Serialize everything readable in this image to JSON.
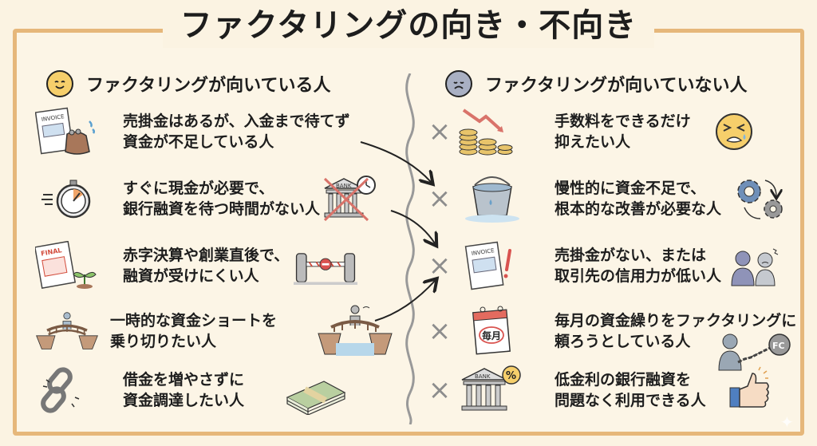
{
  "title": "ファクタリングの向き・不向き",
  "colors": {
    "background": "#fbf3e2",
    "frame": "#e6b77a",
    "title_underline": "#f1bc7d",
    "suitable_underline": "#f7dd8a",
    "unsuitable_underline": "#b7bccb",
    "cross": "#8d8d8d"
  },
  "suitable": {
    "heading": "ファクタリングが向いている人",
    "face_icon": "smiling-face-icon",
    "items": [
      {
        "line1": "売掛金はあるが、入金まで待てず",
        "line2": "資金が不足している人",
        "icon": "invoice-and-purse-icon",
        "icon2": ""
      },
      {
        "line1": "すぐに現金が必要で、",
        "line2": "銀行融資を待つ時間がない人",
        "icon": "stopwatch-icon",
        "icon2": "crossed-bank-clock-icon",
        "bank_label": "BANK"
      },
      {
        "line1": "赤字決算や創業直後で、",
        "line2": "融資が受けにくい人",
        "icon": "final-report-sprout-icon",
        "icon2": "barrier-gate-icon",
        "report_label": "FINAL"
      },
      {
        "line1": "一時的な資金ショートを",
        "line2": "乗り切りたい人",
        "icon": "person-on-bridge-icon",
        "icon2": "person-on-bridge-water-icon"
      },
      {
        "line1": "借金を増やさずに",
        "line2": "資金調達したい人",
        "icon": "broken-chain-icon",
        "icon2": "cash-stack-icon"
      }
    ]
  },
  "unsuitable": {
    "heading": "ファクタリングが向いていない人",
    "face_icon": "sad-face-icon",
    "cross_symbol": "×",
    "items": [
      {
        "line1": "手数料をできるだけ",
        "line2": "抑えたい人",
        "icon": "falling-coins-icon",
        "icon2": "crying-face-icon"
      },
      {
        "line1": "慢性的に資金不足で、",
        "line2": "根本的な改善が必要な人",
        "icon": "leaking-bucket-icon",
        "icon2": "gears-cycle-icon"
      },
      {
        "line1": "売掛金がない、または",
        "line2": "取引先の信用力が低い人",
        "icon": "invoice-warning-icon",
        "icon2": "worried-people-icon",
        "invoice_label": "INVOICE"
      },
      {
        "line1": "毎月の資金繰りをファクタリングに",
        "line2": "頼ろうとしている人",
        "icon": "monthly-calendar-icon",
        "icon2": "ball-and-chain-icon",
        "calendar_label": "毎月",
        "ball_label": "FC"
      },
      {
        "line1": "低金利の銀行融資を",
        "line2": "問題なく利用できる人",
        "icon": "bank-percent-icon",
        "icon2": "thumbs-up-icon",
        "bank_label": "BANK",
        "percent": "%"
      }
    ]
  }
}
